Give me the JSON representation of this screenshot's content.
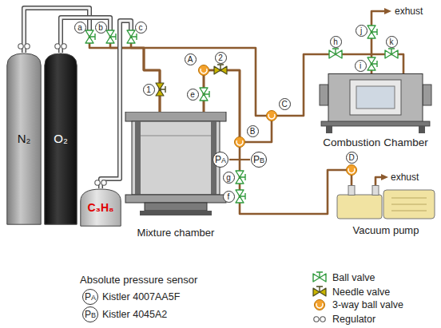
{
  "diagram": {
    "nodes": [
      {
        "text": [
          "N₂"
        ]
      },
      {
        "text": [
          "O₂"
        ]
      },
      {
        "text": [
          "C₃H₈"
        ]
      },
      {
        "text": [
          "Mixture chamber"
        ]
      },
      {
        "text": [
          "Combustion Chamber"
        ]
      },
      {
        "text": [
          "Vacuum pump"
        ]
      }
    ],
    "edges": [
      {
        "from": 0,
        "to": 3,
        "arrow": "none"
      },
      {
        "from": 1,
        "to": 3,
        "arrow": "none"
      },
      {
        "from": 2,
        "to": 3,
        "arrow": "none"
      },
      {
        "from": 3,
        "to": 4,
        "arrow": "none"
      },
      {
        "from": 3,
        "to": 5,
        "arrow": "none"
      }
    ],
    "labels": [
      "a",
      "b",
      "c",
      "1",
      "A",
      "2",
      "e",
      "B",
      "C",
      "PA",
      "PB",
      "g",
      "f",
      "h",
      "j",
      "i",
      "k",
      "exhust",
      "D",
      "exhust",
      "Absolute pressure sensor",
      "PA",
      "Kistler 4007AA5F",
      "PB",
      "Kistler 4045A2"
    ],
    "legend": [
      {
        "text": "Ball valve"
      },
      {
        "text": "Needle valve"
      },
      {
        "text": "3-way ball valve"
      },
      {
        "text": "Regulator"
      }
    ]
  }
}
